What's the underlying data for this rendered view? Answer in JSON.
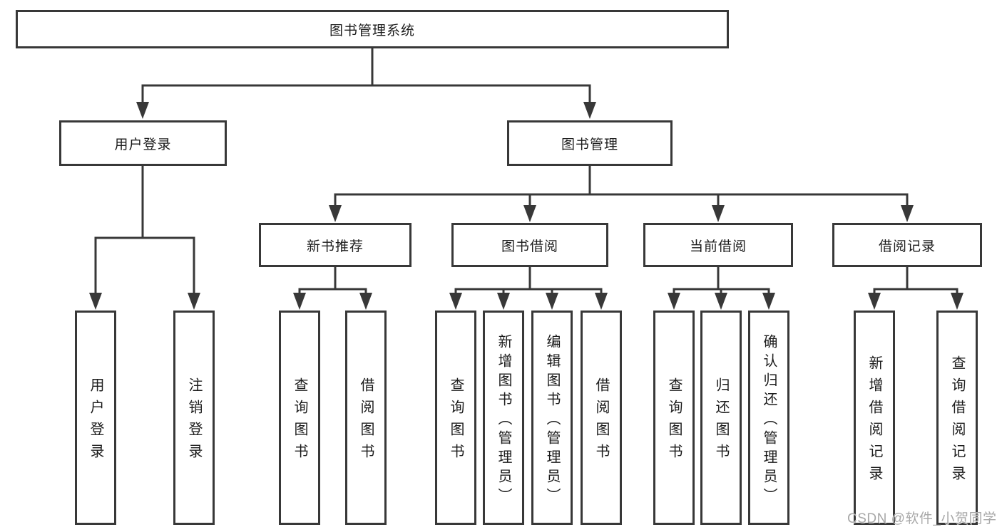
{
  "nodes": {
    "root": "图书管理系统",
    "user_login": "用户登录",
    "book_mgmt": "图书管理",
    "new_recommend": "新书推荐",
    "book_borrow": "图书借阅",
    "current_borrow": "当前借阅",
    "borrow_records": "借阅记录",
    "leaf_user_login": "用户登录",
    "leaf_logout": "注销登录",
    "leaf_recommend_query": "查询图书",
    "leaf_recommend_borrow": "借阅图书",
    "leaf_borrow_query": "查询图书",
    "leaf_borrow_add": "新增图书（管理员）",
    "leaf_borrow_edit": "编辑图书（管理员）",
    "leaf_borrow_borrow": "借阅图书",
    "leaf_current_query": "查询图书",
    "leaf_current_return": "归还图书",
    "leaf_current_confirm": "确认归还（管理员）",
    "leaf_records_add": "新增借阅记录",
    "leaf_records_query": "查询借阅记录"
  },
  "structure": {
    "图书管理系统": {
      "用户登录": [
        "用户登录",
        "注销登录"
      ],
      "图书管理": {
        "新书推荐": [
          "查询图书",
          "借阅图书"
        ],
        "图书借阅": [
          "查询图书",
          "新增图书（管理员）",
          "编辑图书（管理员）",
          "借阅图书"
        ],
        "当前借阅": [
          "查询图书",
          "归还图书",
          "确认归还（管理员）"
        ],
        "借阅记录": [
          "新增借阅记录",
          "查询借阅记录"
        ]
      }
    }
  },
  "watermark": {
    "text": "CSDN @软件_小贺同学"
  },
  "colors": {
    "line": "#383838",
    "text": "#1c1c1c",
    "background": "#ffffff",
    "watermark": "#a8a8a8"
  }
}
